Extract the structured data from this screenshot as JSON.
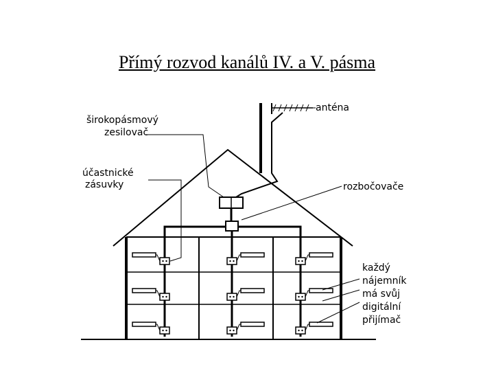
{
  "title": "Přímý rozvod kanálů IV. a V. pásma",
  "labels": {
    "antenna": "anténa",
    "amplifier_line1": "širokopásmový",
    "amplifier_line2": "zesilovač",
    "outlets_line1": "účastnické",
    "outlets_line2": "zásuvky",
    "splitters": "rozbočovače",
    "tenant_line1": "každý",
    "tenant_line2": "nájemník",
    "tenant_line3": "má svůj",
    "tenant_line4": "digitální",
    "tenant_line5": "přijímač"
  }
}
